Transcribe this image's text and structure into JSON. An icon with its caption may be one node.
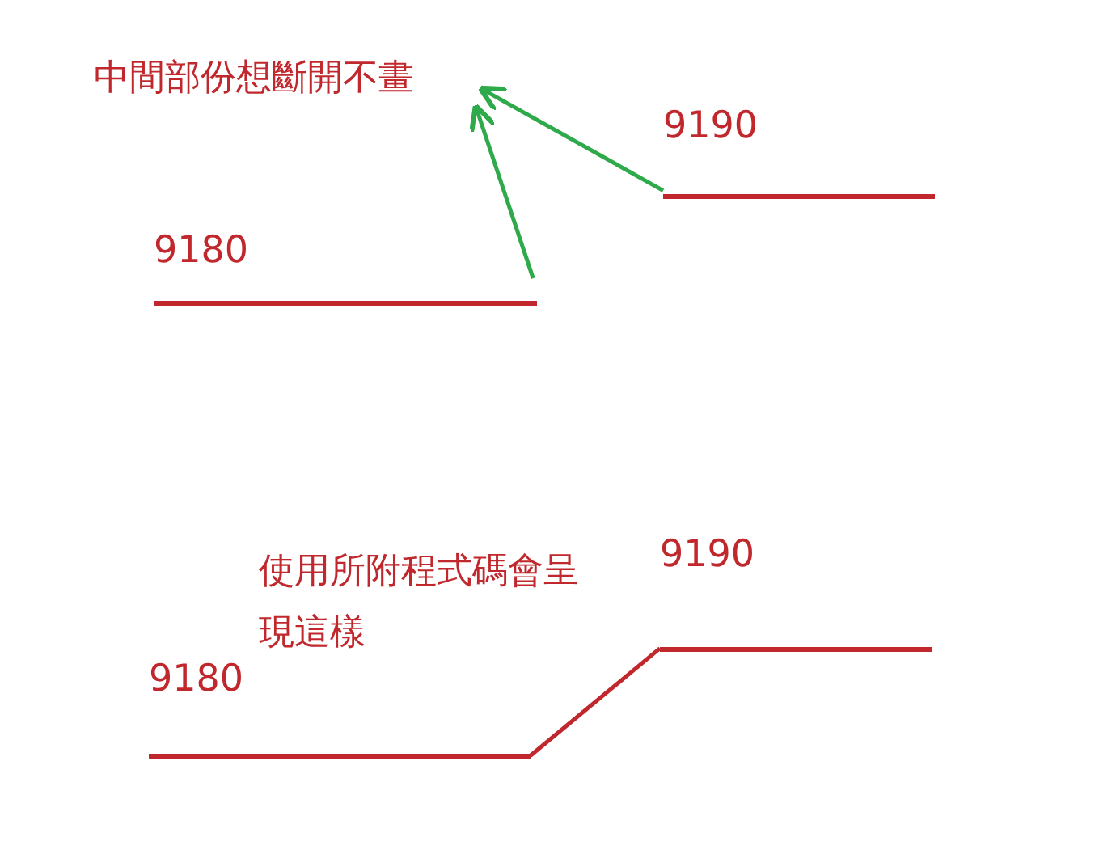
{
  "diagram": {
    "nodes": [
      {
        "text": [
          "中間部份想斷開不畫"
        ]
      },
      {
        "text": [
          "9180"
        ]
      },
      {
        "text": [
          "9190"
        ]
      },
      {
        "text": [
          "9180"
        ]
      },
      {
        "text": [
          "9190"
        ]
      }
    ],
    "edges": [
      {
        "from": 1,
        "to": 0,
        "arrow": "to",
        "color": "#2eaa4a"
      },
      {
        "from": 2,
        "to": 0,
        "arrow": "to",
        "color": "#2eaa4a"
      },
      {
        "from": 3,
        "to": 4,
        "arrow": "none",
        "color": "#c0282d"
      }
    ],
    "labels": [
      "使用所附程式碼會呈現這樣"
    ]
  }
}
